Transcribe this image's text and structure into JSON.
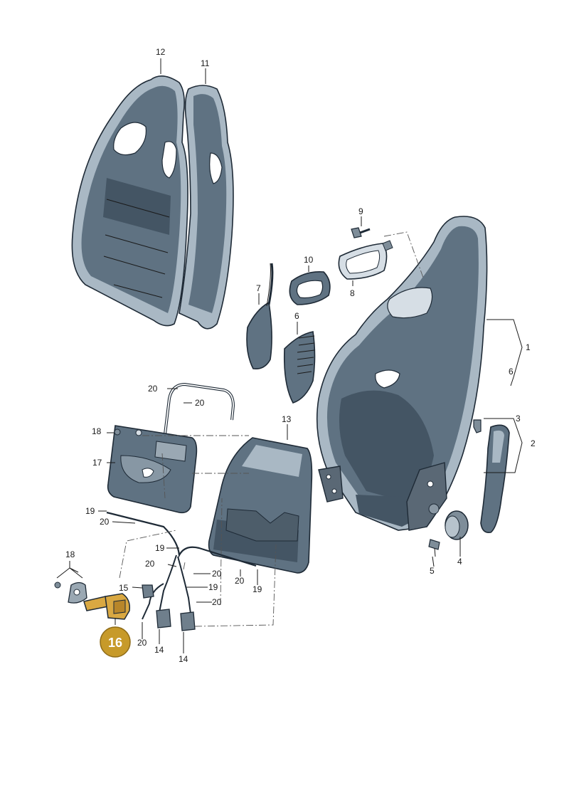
{
  "callouts": {
    "c1": "1",
    "c2": "2",
    "c3": "3",
    "c4": "4",
    "c5": "5",
    "c6a": "6",
    "c6b": "6",
    "c7": "7",
    "c8": "8",
    "c9": "9",
    "c10": "10",
    "c11": "11",
    "c12": "12",
    "c13": "13",
    "c14a": "14",
    "c14b": "14",
    "c15": "15",
    "c17": "17",
    "c18a": "18",
    "c18b": "18",
    "c19a": "19",
    "c19b": "19",
    "c19c": "19",
    "c19d": "19",
    "c20a": "20",
    "c20b": "20",
    "c20c": "20",
    "c20d": "20",
    "c20e": "20",
    "c20f": "20",
    "c20g": "20",
    "c20h": "20"
  },
  "highlight": {
    "label": "16",
    "color": "#c79a2a"
  },
  "colors": {
    "shell": "#5f7282",
    "shell_light": "#a9b8c4",
    "outline": "#1e2a36",
    "highlight_part": "#d9a842"
  }
}
